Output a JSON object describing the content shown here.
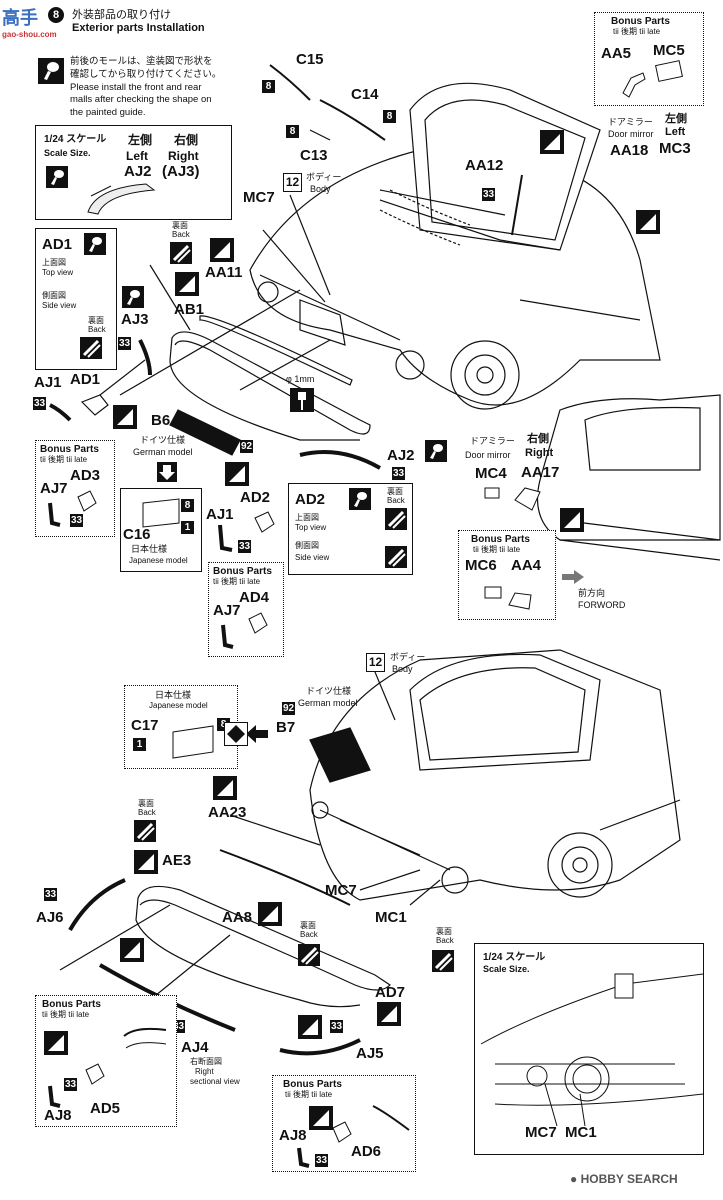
{
  "watermark_tl": "高手",
  "watermark_tl_sub": "gao-shou.com",
  "header": {
    "step_number": "8",
    "title_jp": "外装部品の取り付け",
    "title_en": "Exterior parts Installation"
  },
  "note": {
    "jp_1": "前後のモールは、塗装図で形状を",
    "jp_2": "確認してから取り付けてください。",
    "en_1": "Please install the front and rear",
    "en_2": "malls after checking the shape on",
    "en_3": "the painted guide."
  },
  "scale_box_1": {
    "jp": "1/24 スケール",
    "en": "Scale Size.",
    "left_jp": "左側",
    "right_jp": "右側",
    "left_en": "Left",
    "right_en": "Right",
    "part": "AJ2",
    "part_alt": "(AJ3)"
  },
  "bonus_top": {
    "title": "Bonus Parts",
    "sub": "tii 後期 tii late",
    "p1": "AA5",
    "p2": "MC5"
  },
  "mirror_left": {
    "jp": "ドアミラー",
    "side_jp": "左側",
    "en": "Door mirror",
    "side_en": "Left",
    "p1": "AA18",
    "p2": "MC3"
  },
  "mirror_right": {
    "jp": "ドアミラー",
    "side_jp": "右側",
    "en": "Door mirror",
    "side_en": "Right",
    "p1": "MC4",
    "p2": "AA17"
  },
  "bonus_mirror": {
    "title": "Bonus Parts",
    "sub": "tii 後期 tii late",
    "p1": "MC6",
    "p2": "AA4"
  },
  "forward": {
    "jp": "前方向",
    "en": "FORWORD"
  },
  "labels": {
    "c15": "C15",
    "c14": "C14",
    "c13": "C13",
    "mc7": "MC7",
    "aa12": "AA12",
    "body_num": "12",
    "body_jp": "ボディー",
    "body_en": "Body",
    "ad1": "AD1",
    "top_jp": "上面図",
    "top_en": "Top view",
    "side_jp": "側面図",
    "side_en": "Side view",
    "back_jp": "裏面",
    "back_en": "Back",
    "aa11": "AA11",
    "ab1": "AB1",
    "aj3": "AJ3",
    "aj1": "AJ1",
    "ad1b": "AD1",
    "b6": "B6",
    "german_jp": "ドイツ仕様",
    "german_en": "German model",
    "japanese_jp": "日本仕様",
    "japanese_en": "Japanese model",
    "c16": "C16",
    "phi": "φ 1mm",
    "aj2": "AJ2",
    "ad2": "AD2",
    "aj1b": "AJ1",
    "n8": "8",
    "n33": "33",
    "n92": "92",
    "n1": "1"
  },
  "bonus_ad3": {
    "title": "Bonus Parts",
    "sub": "tii 後期 tii late",
    "p1": "AD3",
    "p2": "AJ7"
  },
  "bonus_ad4": {
    "title": "Bonus Parts",
    "sub": "tii 後期 tii late",
    "p1": "AD4",
    "p2": "AJ7"
  },
  "ad2_box": {
    "part": "AD2",
    "top_jp": "上面図",
    "top_en": "Top view",
    "side_jp": "側面図",
    "side_en": "Side view",
    "back_jp": "裏面",
    "back_en": "Back"
  },
  "rear": {
    "body_num": "12",
    "body_jp": "ボディー",
    "body_en": "Body",
    "japanese_jp": "日本仕様",
    "japanese_en": "Japanese model",
    "c17": "C17",
    "german_jp": "ドイツ仕様",
    "german_en": "German model",
    "b7": "B7",
    "aa23": "AA23",
    "ae3": "AE3",
    "mc7": "MC7",
    "mc1": "MC1",
    "aj6": "AJ6",
    "aa8": "AA8",
    "aj4": "AJ4",
    "ad7": "AD7",
    "aj5": "AJ5",
    "section_jp": "右断面図",
    "section_en1": "Right",
    "section_en2": "sectional view",
    "back_jp": "裏面",
    "back_en": "Back"
  },
  "bonus_ad5": {
    "title": "Bonus Parts",
    "sub": "tii 後期 tii late",
    "p1": "AD5",
    "p2": "AJ8"
  },
  "bonus_ad6": {
    "title": "Bonus Parts",
    "sub": "tii 後期 tii late",
    "p1": "AJ8",
    "p2": "AD6"
  },
  "scale_box_2": {
    "jp": "1/24 スケール",
    "en": "Scale Size.",
    "p1": "MC7",
    "p2": "MC1"
  },
  "footer": {
    "logo": "HOBBY SEARCH"
  }
}
